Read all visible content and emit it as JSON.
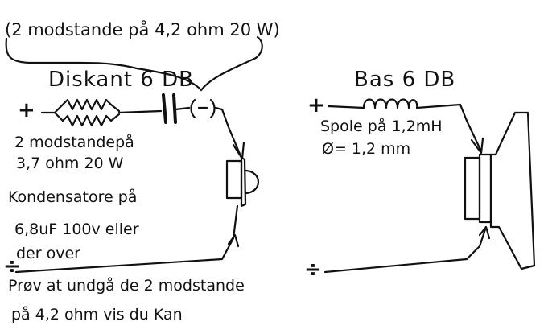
{
  "colors": {
    "ink": "#111111",
    "paper": "#ffffff"
  },
  "top_note": "(2 modstande på 4,2 ohm 20 W)",
  "tweeter": {
    "title": "Diskant 6 DB",
    "plus": "+",
    "minus": "÷",
    "resistor_note_line1": "2 modstandepå",
    "resistor_note_line2": "3,7 ohm 20 W",
    "capacitor_note_line1": "Kondensatore på",
    "capacitor_note_line2": "6,8uF 100v eller",
    "capacitor_note_line3": "der over",
    "tip_line1": "Prøv at undgå de 2 modstande",
    "tip_line2": "på 4,2 ohm vis du Kan"
  },
  "woofer": {
    "title": "Bas 6 DB",
    "plus": "+",
    "minus": "÷",
    "coil_note_line1": "Spole på 1,2mH",
    "coil_note_line2": "Ø= 1,2 mm"
  }
}
